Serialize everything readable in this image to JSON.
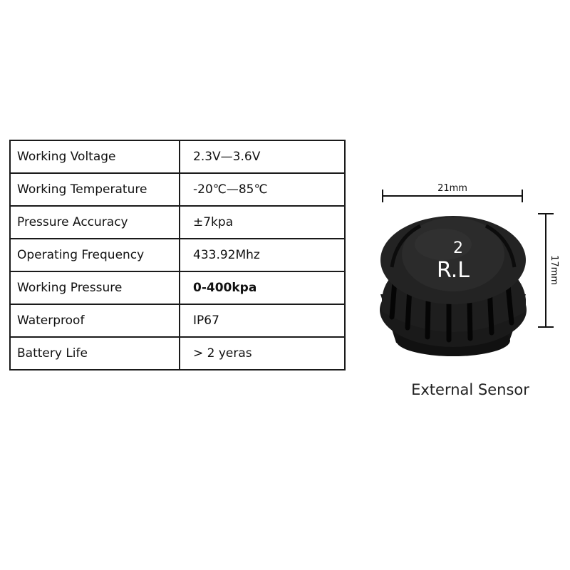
{
  "specs": [
    {
      "label": "Working Voltage",
      "value": "2.3V—3.6V"
    },
    {
      "label": "Working Temperature",
      "value": "-20℃—85℃"
    },
    {
      "label": "Pressure Accuracy",
      "value": "±7kpa"
    },
    {
      "label": "Operating Frequency",
      "value": "433.92Mhz"
    },
    {
      "label": "Working Pressure",
      "value": "0-400kpa"
    },
    {
      "label": "Waterproof",
      "value": "IP67"
    },
    {
      "label": "Battery Life",
      "value": "> 2 yeras"
    }
  ],
  "sensor": {
    "width_label": "21mm",
    "height_label": "17mm",
    "cap_number": "2",
    "cap_position": "R.L",
    "caption": "External Sensor",
    "colors": {
      "body": "#1c1c1c",
      "ridge": "#0a0a0a",
      "face": "#2a2a2a",
      "text": "#ffffff"
    }
  }
}
